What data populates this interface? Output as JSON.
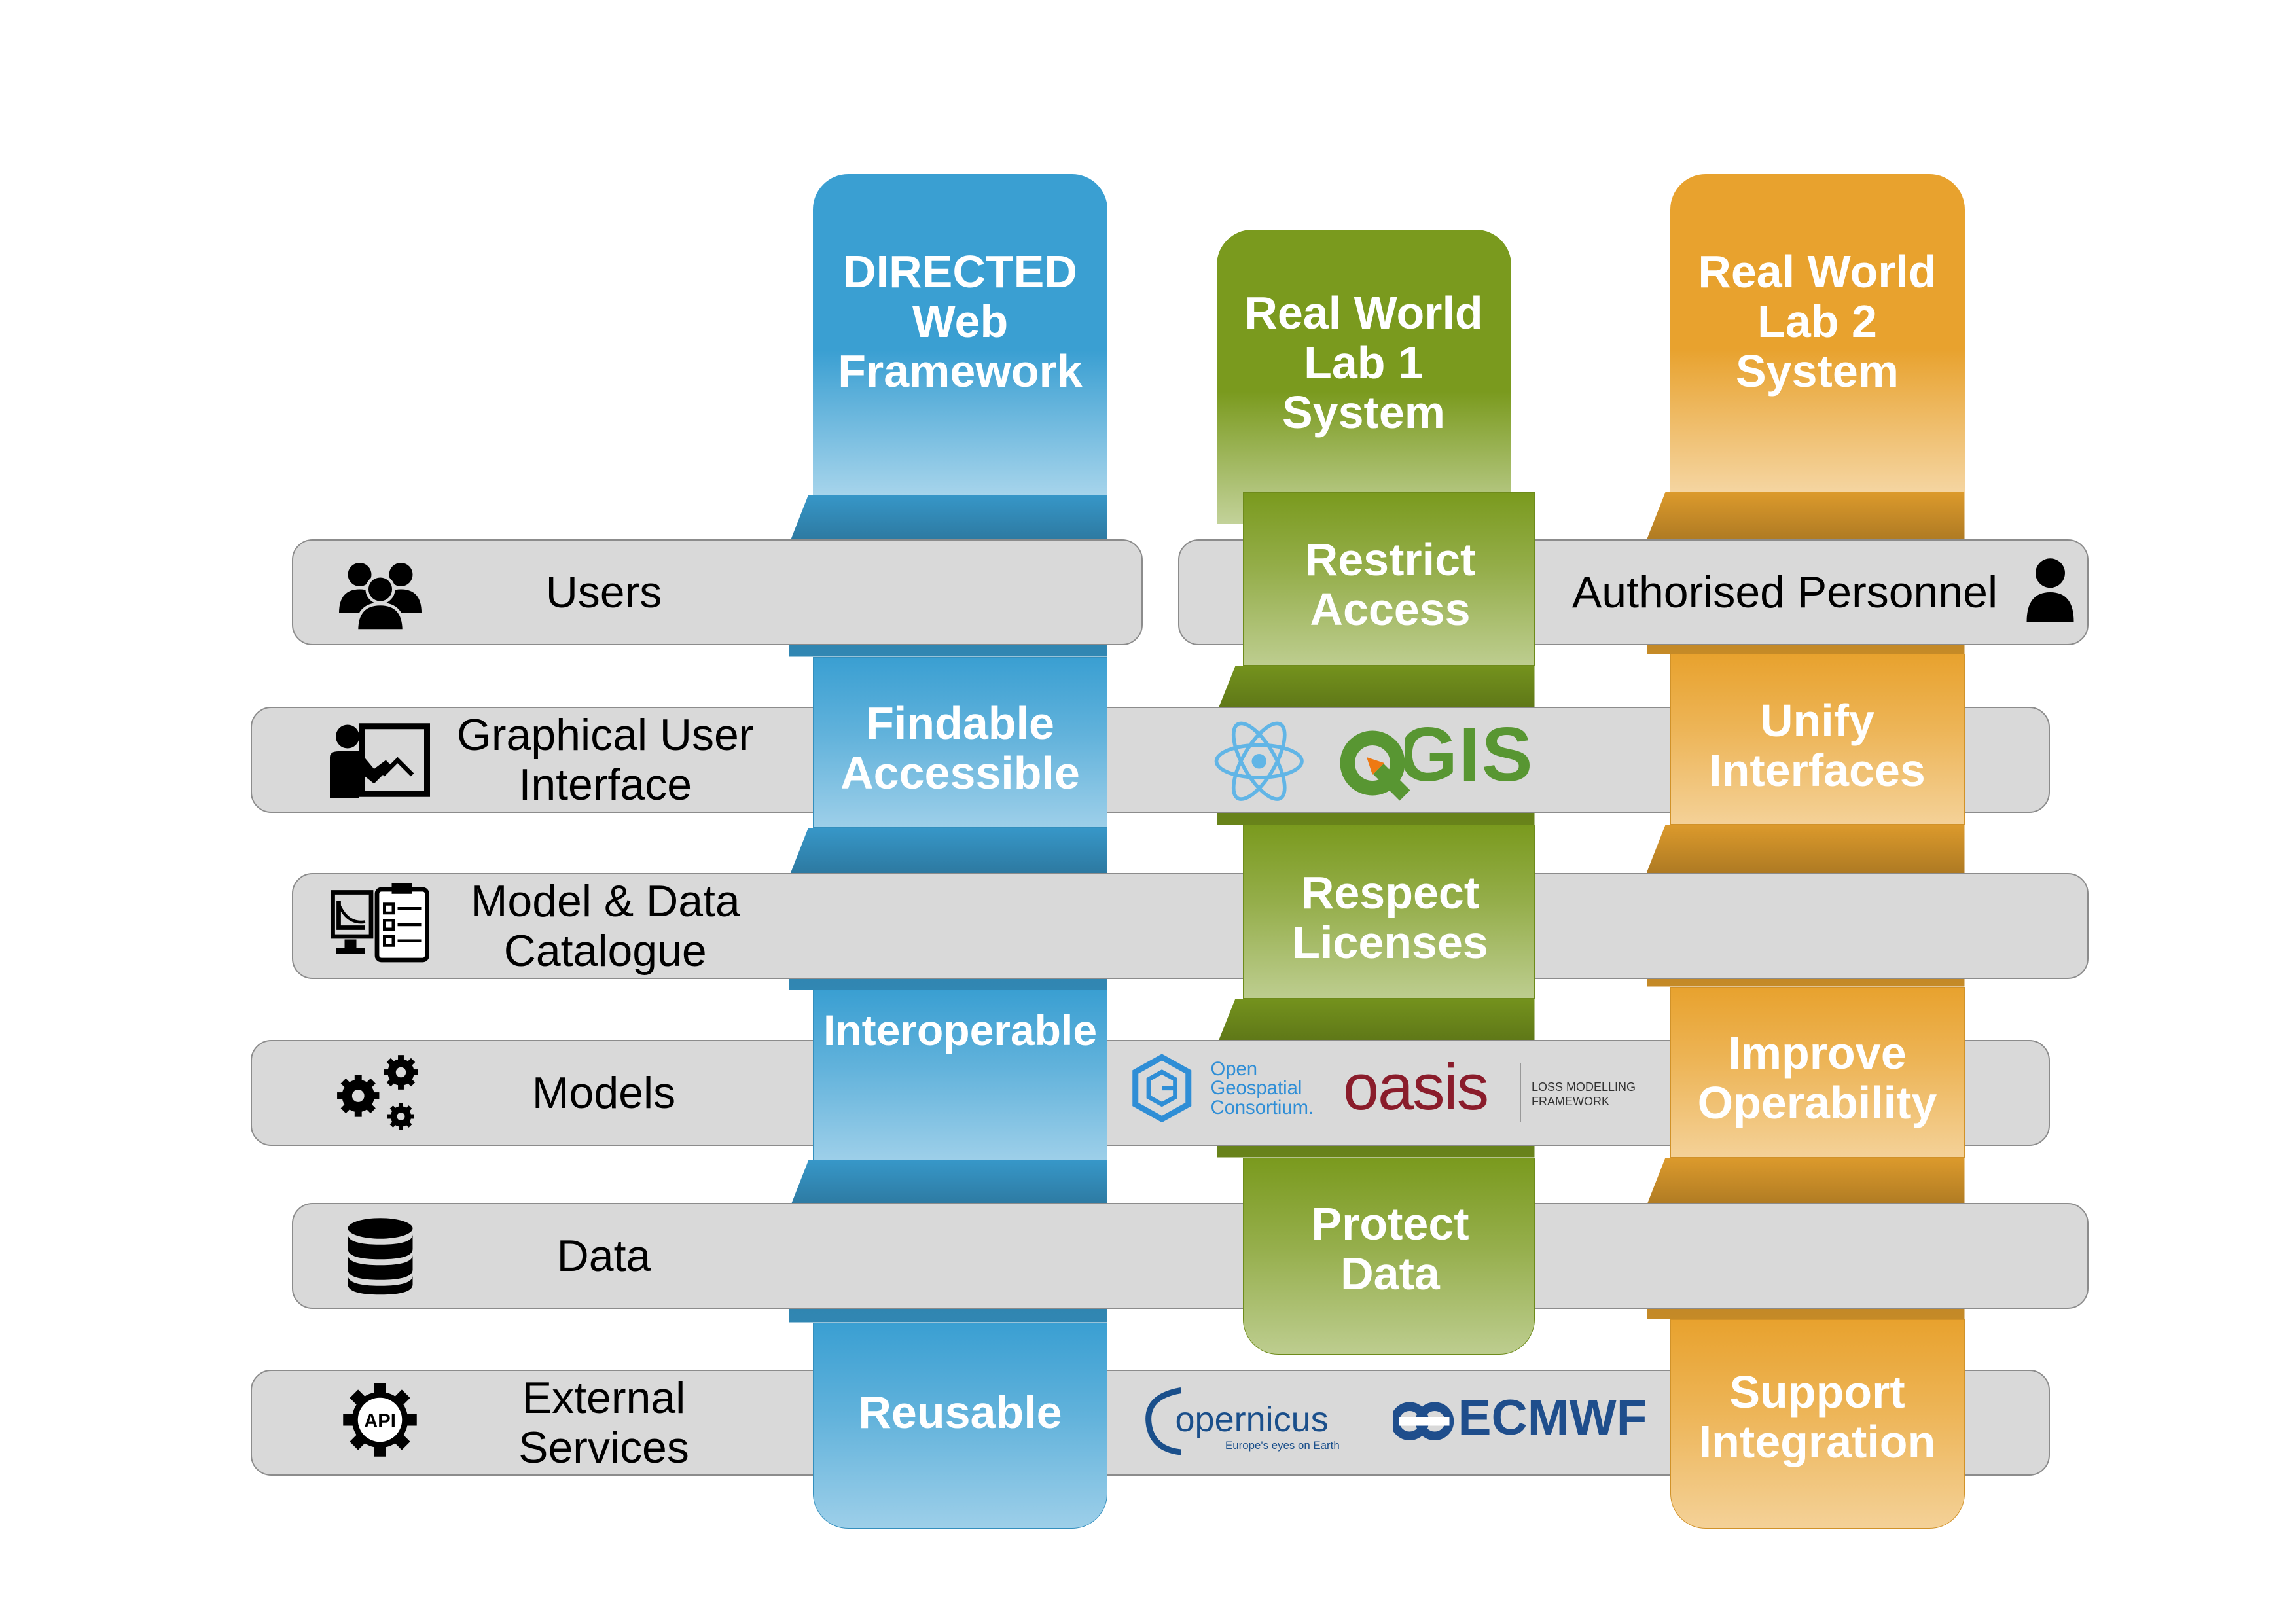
{
  "columns": {
    "directed": {
      "title": [
        "DIRECTED",
        "Web",
        "Framework"
      ],
      "color": "#3a9fd2",
      "segments": [
        [
          "Findable",
          "Accessible"
        ],
        [
          "Interoperable"
        ],
        [
          "Reusable"
        ]
      ]
    },
    "lab1": {
      "title": [
        "Real World",
        "Lab 1",
        "System"
      ],
      "color": "#7a9a1e",
      "segments": [
        [
          "Restrict",
          "Access"
        ],
        [
          "Respect",
          "Licenses"
        ],
        [
          "Protect",
          "Data"
        ]
      ]
    },
    "lab2": {
      "title": [
        "Real World",
        "Lab 2",
        "System"
      ],
      "color": "#e8a22e",
      "segments": [
        [
          "Unify",
          "Interfaces"
        ],
        [
          "Improve",
          "Operability"
        ],
        [
          "Support",
          "Integration"
        ]
      ]
    }
  },
  "rows": {
    "users": {
      "label": [
        "Users"
      ],
      "icon": "users-icon"
    },
    "authorised": {
      "label": [
        "Authorised Personnel"
      ],
      "icon": "person-icon"
    },
    "gui": {
      "label": [
        "Graphical User",
        "Interface"
      ],
      "icon": "presenter-screen-icon"
    },
    "catalogue": {
      "label": [
        "Model & Data",
        "Catalogue"
      ],
      "icon": "catalogue-icon"
    },
    "models": {
      "label": [
        "Models"
      ],
      "icon": "gears-icon"
    },
    "data": {
      "label": [
        "Data"
      ],
      "icon": "database-icon"
    },
    "external": {
      "label": [
        "External",
        "Services"
      ],
      "icon": "api-gear-icon"
    }
  },
  "logos": {
    "qgis": "QGIS",
    "ogc": [
      "Open",
      "Geospatial",
      "Consortium."
    ],
    "oasis": "oasis",
    "oasis_sub": [
      "LOSS MODELLING",
      "FRAMEWORK"
    ],
    "copernicus": "opernicus",
    "copernicus_sub": "Europe's eyes on Earth",
    "ecmwf": "ECMWF"
  },
  "colors": {
    "row_fill": "#d9d9d9",
    "row_border": "#8c8c8c",
    "blue": "#3a9fd2",
    "green": "#7a9a1e",
    "orange": "#e8a22e",
    "ogc_blue": "#2f8ed6",
    "oasis_red": "#8a1c2b",
    "ecmwf_blue": "#1f4e8c",
    "qgis_green": "#589632"
  }
}
